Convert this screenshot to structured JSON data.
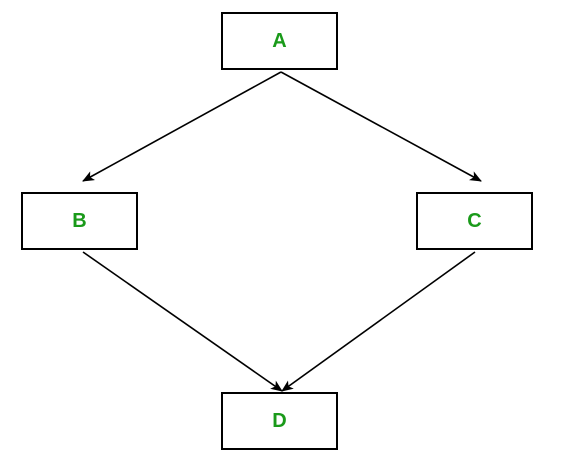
{
  "colors": {
    "label": "#1a9a1a",
    "stroke": "#000000",
    "background": "#ffffff"
  },
  "nodes": {
    "a": {
      "label": "A"
    },
    "b": {
      "label": "B"
    },
    "c": {
      "label": "C"
    },
    "d": {
      "label": "D"
    }
  },
  "edges": [
    {
      "from": "A",
      "to": "B"
    },
    {
      "from": "A",
      "to": "C"
    },
    {
      "from": "B",
      "to": "D"
    },
    {
      "from": "C",
      "to": "D"
    }
  ]
}
